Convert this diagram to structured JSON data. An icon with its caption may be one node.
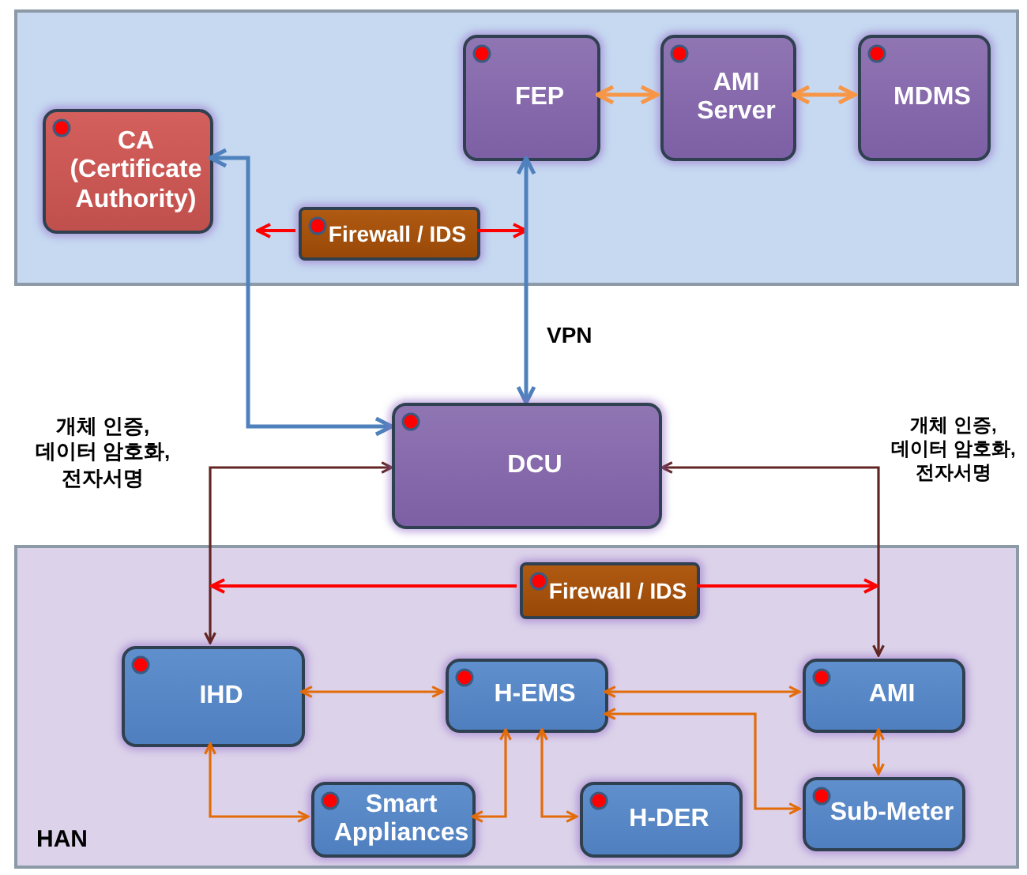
{
  "diagram": {
    "nodes": [
      {
        "text": [],
        "shape": "box"
      },
      {
        "text": [
          "CA (Certificate Authority)"
        ],
        "in": 0
      },
      {
        "text": [
          "FEP"
        ],
        "in": 0
      },
      {
        "text": [
          "AMI Server"
        ],
        "in": 0
      },
      {
        "text": [
          "MDMS"
        ],
        "in": 0
      },
      {
        "text": [
          "Firewall / IDS"
        ],
        "in": 0
      },
      {
        "text": [
          "DCU"
        ]
      },
      {
        "text": [
          "HAN"
        ]
      },
      {
        "text": [
          "Firewall / IDS"
        ],
        "in": 7
      },
      {
        "text": [
          "IHD"
        ],
        "in": 7
      },
      {
        "text": [
          "H-EMS"
        ],
        "in": 7
      },
      {
        "text": [
          "AMI"
        ],
        "in": 7
      },
      {
        "text": [
          "Smart Appliances"
        ],
        "in": 7
      },
      {
        "text": [
          "H-DER"
        ],
        "in": 7
      },
      {
        "text": [
          "Sub-Meter"
        ],
        "in": 7
      }
    ],
    "edges": [
      {
        "from": 2,
        "to": 3,
        "arrow": "both",
        "color": "#f79646"
      },
      {
        "from": 3,
        "to": 4,
        "arrow": "both",
        "color": "#f79646"
      },
      {
        "from": 5,
        "to": null,
        "arrow": "to",
        "color": "#ff0000"
      },
      {
        "from": 5,
        "to": null,
        "arrow": "to",
        "color": "#ff0000"
      },
      {
        "from": 6,
        "to": 2,
        "arrow": "both",
        "label": "VPN",
        "color": "#4f81bd"
      },
      {
        "from": 6,
        "to": 1,
        "arrow": "both",
        "color": "#4f81bd"
      },
      {
        "from": 6,
        "to": 9,
        "arrow": "both",
        "color": "#632523"
      },
      {
        "from": 6,
        "to": 11,
        "arrow": "both",
        "color": "#632523"
      },
      {
        "from": 8,
        "to": null,
        "arrow": "to",
        "color": "#ff0000"
      },
      {
        "from": 8,
        "to": null,
        "arrow": "to",
        "color": "#ff0000"
      },
      {
        "from": 9,
        "to": 10,
        "arrow": "both"
      },
      {
        "from": 10,
        "to": 11,
        "arrow": "both"
      },
      {
        "from": 10,
        "to": 14,
        "arrow": "both"
      },
      {
        "from": 9,
        "to": 12,
        "arrow": "both"
      },
      {
        "from": 12,
        "to": 10,
        "arrow": "both"
      },
      {
        "from": 10,
        "to": 13,
        "arrow": "both"
      },
      {
        "from": 11,
        "to": 14,
        "arrow": "both"
      }
    ],
    "labels": [
      "개체 인증, 데이터 암호화, 전자서명",
      "개체 인증, 데이터 암호화, 전자서명"
    ]
  }
}
